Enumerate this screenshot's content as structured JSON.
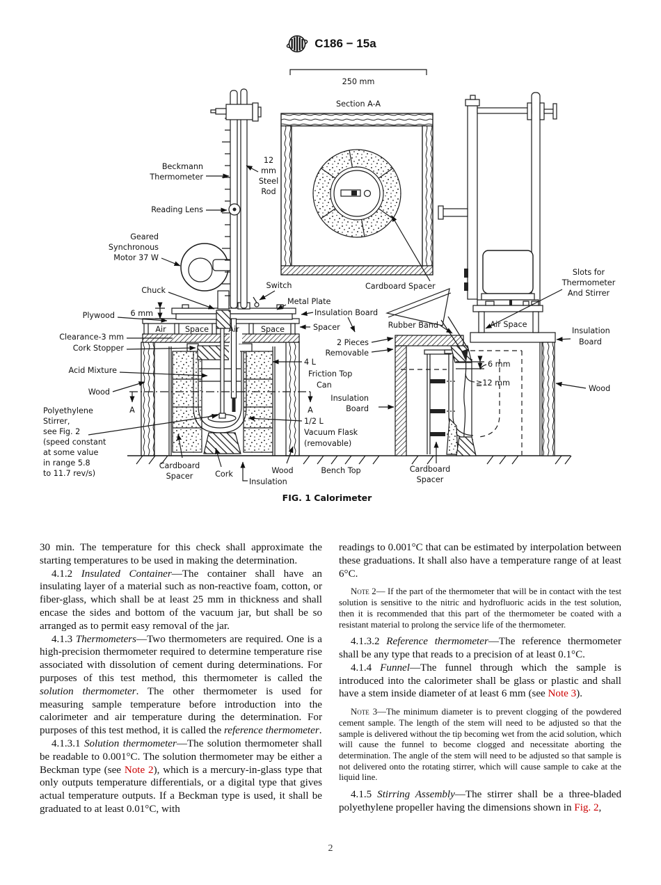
{
  "header": {
    "code": "C186 − 15a"
  },
  "footer": {
    "page_number": "2"
  },
  "colors": {
    "link": "#cc0000",
    "ink": "#111111"
  },
  "figure": {
    "labels": {
      "dim250": "250 mm",
      "sectionAA": "Section A-A",
      "cbsTop": "Cardboard Spacer",
      "beck1": "Beckmann",
      "beck2": "Thermometer",
      "rod1": "12",
      "rod2": "mm",
      "rod3": "Steel",
      "rod4": "Rod",
      "lens": "Reading Lens",
      "motor1": "Geared",
      "motor2": "Synchronous",
      "motor3": "Motor 37 W",
      "chuck": "Chuck",
      "sw": "Switch",
      "metalPlate": "Metal Plate",
      "mm6L": "6 mm",
      "plywood": "Plywood",
      "air1": "Air",
      "space1": "Space",
      "air2": "Air",
      "space2": "Space",
      "insBoardMid": "Insulation Board",
      "spacerMid": "Spacer",
      "clearance": "Clearance-3 mm",
      "corkStopper": "Cork Stopper",
      "pieces1": "2 Pieces",
      "pieces2": "Removable",
      "rubberBand": "Rubber Band",
      "acid": "Acid Mixture",
      "woodL": "Wood",
      "fr1": "4 L",
      "fr2": "Friction Top",
      "fr3": "Can",
      "aL": "A",
      "aR": "A",
      "insBoardR1": "Insulation",
      "insBoardR2": "Board",
      "vac1": "1/2 L",
      "vac2": "Vacuum Flask",
      "vac3": "(removable)",
      "poly1": "Polyethylene",
      "poly2": "Stirrer,",
      "poly3": "see Fig. 2",
      "poly4": "(speed constant",
      "poly5": "at some value",
      "poly6": "in range 5.8",
      "poly7": "to 11.7 rev/s)",
      "cbsBL1": "Cardboard",
      "cbsBL2": "Spacer",
      "corkB": "Cork",
      "woodB": "Wood",
      "insulB": "Insulation",
      "benchTop": "Bench Top",
      "slots1": "Slots for",
      "slots2": "Thermometer",
      "slots3": "And Stirrer",
      "airSpaceR": "Air Space",
      "insFar1": "Insulation",
      "insFar2": "Board",
      "woodR": "Wood",
      "mm6R": "6 mm",
      "mm12": "≧12 mm",
      "cbsBR1": "Cardboard",
      "cbsBR2": "Spacer",
      "caption": "FIG. 1  Calorimeter"
    }
  },
  "columns": {
    "left": [
      {
        "cls": "body",
        "seg": [
          {
            "t": "30 min. The temperature for this check shall approximate the starting temperatures to be used in making the determination."
          }
        ]
      },
      {
        "cls": "indent",
        "seg": [
          {
            "t": "4.1.2 "
          },
          {
            "t": "Insulated Container",
            "s": "i"
          },
          {
            "t": "—The container shall have an insulating layer of a material such as non-reactive foam, cotton, or fiber-glass, which shall be at least 25 mm in thickness and shall encase the sides and bottom of the vacuum jar, but shall be so arranged as to permit easy removal of the jar."
          }
        ]
      },
      {
        "cls": "indent",
        "seg": [
          {
            "t": "4.1.3 "
          },
          {
            "t": "Thermometers",
            "s": "i"
          },
          {
            "t": "—Two thermometers are required. One is a high-precision thermometer required to determine temperature rise associated with dissolution of cement during determinations. For purposes of this test method, this thermometer is called the "
          },
          {
            "t": "solution thermometer",
            "s": "i"
          },
          {
            "t": ". The other thermometer is used for measuring sample temperature before introduction into the calorimeter and air temperature during the determination. For purposes of this test method, it is called the "
          },
          {
            "t": "reference thermometer",
            "s": "i"
          },
          {
            "t": "."
          }
        ]
      },
      {
        "cls": "indent",
        "seg": [
          {
            "t": "4.1.3.1 "
          },
          {
            "t": "Solution thermometer",
            "s": "i"
          },
          {
            "t": "—The solution thermometer shall be readable to 0.001°C. The solution thermometer may be either a Beckman type (see "
          },
          {
            "t": "Note 2",
            "s": "link"
          },
          {
            "t": "), which is a mercury-in-glass type that only outputs temperature differentials, or a digital type that gives actual temperature outputs. If a Beckman type is used, it shall be graduated to at least 0.01°C, with"
          }
        ]
      }
    ],
    "right": [
      {
        "cls": "body",
        "seg": [
          {
            "t": "readings to 0.001°C that can be estimated by interpolation between these graduations. It shall also have a temperature range of at least 6°C."
          }
        ]
      },
      {
        "cls": "note",
        "seg": [
          {
            "t": "Note",
            "s": "sc"
          },
          {
            "t": " 2— If the part of the thermometer that will be in contact with the test solution is sensitive to the nitric and hydrofluoric acids in the test solution, then it is recommended that this part of the thermometer be coated with a resistant material to prolong the service life of the thermometer."
          }
        ]
      },
      {
        "cls": "indent",
        "seg": [
          {
            "t": "4.1.3.2 "
          },
          {
            "t": "Reference thermometer",
            "s": "i"
          },
          {
            "t": "—The reference thermometer shall be any type that reads to a precision of at least 0.1°C."
          }
        ]
      },
      {
        "cls": "indent",
        "seg": [
          {
            "t": "4.1.4 "
          },
          {
            "t": "Funnel",
            "s": "i"
          },
          {
            "t": "—The funnel through which the sample is introduced into the calorimeter shall be glass or plastic and shall have a stem inside diameter of at least 6 mm (see "
          },
          {
            "t": "Note 3",
            "s": "link"
          },
          {
            "t": ")."
          }
        ]
      },
      {
        "cls": "note",
        "seg": [
          {
            "t": "Note",
            "s": "sc"
          },
          {
            "t": " 3—The minimum diameter is to prevent clogging of the powdered cement sample. The length of the stem will need to be adjusted so that the sample is delivered without the tip becoming wet from the acid solution, which will cause the funnel to become clogged and necessitate aborting the determination. The angle of the stem will need to be adjusted so that sample is not delivered onto the rotating stirrer, which will cause sample to cake at the liquid line."
          }
        ]
      },
      {
        "cls": "indent",
        "seg": [
          {
            "t": "4.1.5 "
          },
          {
            "t": "Stirring Assembly",
            "s": "i"
          },
          {
            "t": "—The stirrer shall be a three-bladed polyethylene propeller having the dimensions shown in "
          },
          {
            "t": "Fig. 2",
            "s": "link"
          },
          {
            "t": ","
          }
        ]
      }
    ]
  }
}
